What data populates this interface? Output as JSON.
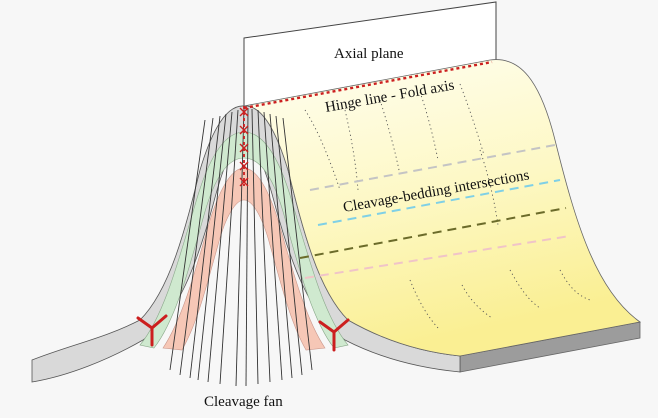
{
  "labels": {
    "axial_plane": "Axial plane",
    "hinge_line": "Hinge line - Fold axis",
    "intersections": "Cleavage-bedding intersections",
    "cleavage_fan": "Cleavage fan"
  },
  "colors": {
    "background": "#f7f7f7",
    "fold_surface_light": "#fefde8",
    "fold_surface_yellow": "#fbf3a0",
    "grey_layer": "#d9d9d9",
    "green_layer": "#cfe9cf",
    "pink_layer": "#f6c7b6",
    "hinge_red": "#cc1f1f",
    "cleavage_lines": "#333333",
    "intersection_grey": "#c4c4c4",
    "intersection_cyan": "#7fd0e6",
    "intersection_olive": "#6b6b2a",
    "intersection_pink": "#f0c4c8"
  }
}
